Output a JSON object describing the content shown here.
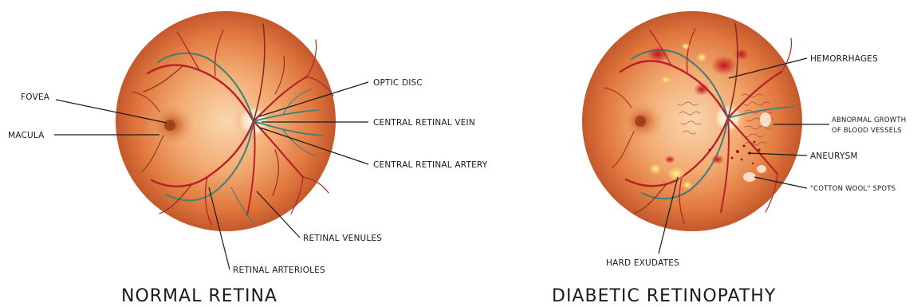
{
  "normal": {
    "title": "NORMAL RETINA",
    "labels": {
      "fovea": "FOVEA",
      "macula": "MACULA",
      "optic_disc": "OPTIC DISC",
      "central_retinal_vein": "CENTRAL RETINAL VEIN",
      "central_retinal_artery": "CENTRAL RETINAL ARTERY",
      "retinal_venules": "RETINAL VENULES",
      "retinal_arterioles": "RETINAL ARTERIOLES"
    }
  },
  "diabetic": {
    "title": "DIABETIC RETINOPATHY",
    "labels": {
      "hemorrhages": "HEMORRHAGES",
      "abnormal_growth_line1": "ABNORMAL GROWTH",
      "abnormal_growth_line2": "OF BLOOD VESSELS",
      "aneurysm": "ANEURYSM",
      "cotton_wool": "\"COTTON WOOL\" SPOTS",
      "hard_exudates": "HARD EXUDATES"
    }
  },
  "colors": {
    "fundus_center": "#f6c89a",
    "fundus_mid": "#ec8f55",
    "fundus_edge": "#c85a2e",
    "vessel_red": "#b8202a",
    "vessel_teal": "#3f7f7a",
    "exudate_yellow": "#f7e27a"
  }
}
